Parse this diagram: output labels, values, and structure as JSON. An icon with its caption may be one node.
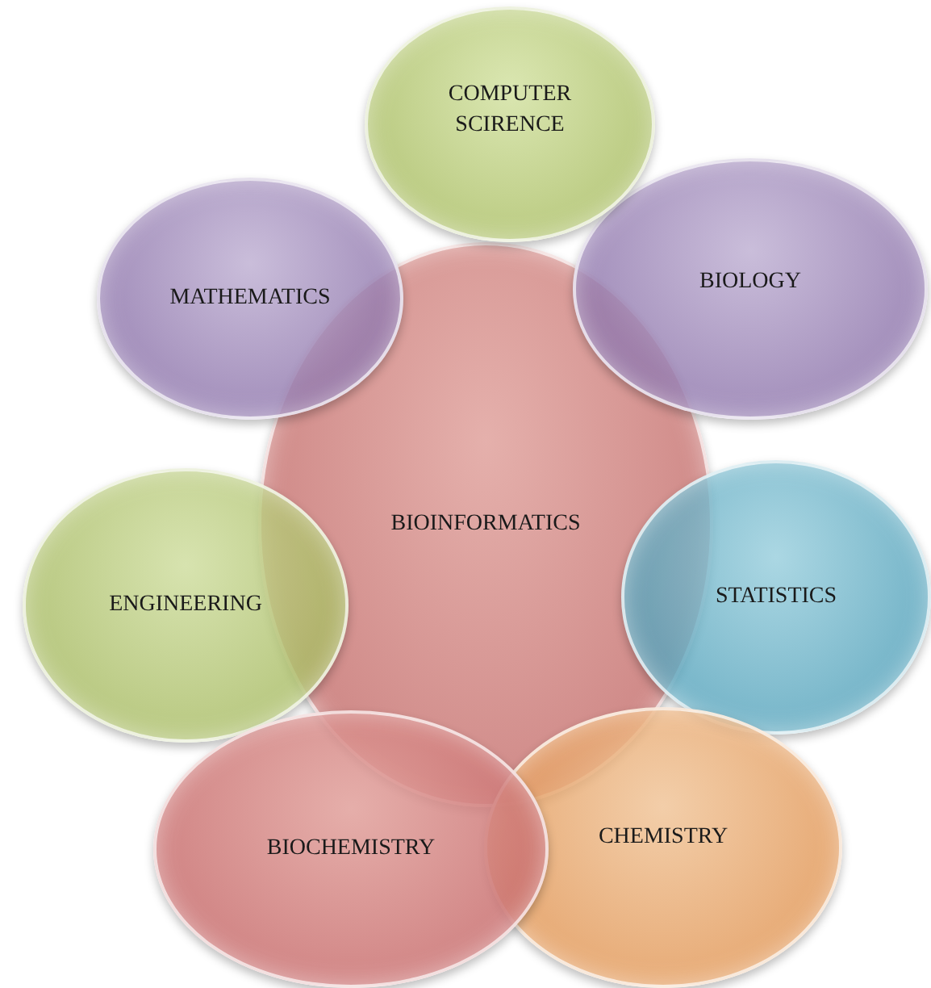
{
  "diagram": {
    "nodes": [
      {
        "text": [
          "COMPUTER SCIRENCE"
        ]
      },
      {
        "text": [
          "MATHEMATICS"
        ]
      },
      {
        "text": [
          "BIOLOGY"
        ]
      },
      {
        "text": [
          "BIOINFORMATICS"
        ]
      },
      {
        "text": [
          "ENGINEERING"
        ]
      },
      {
        "text": [
          "STATISTICS"
        ]
      },
      {
        "text": [
          "BIOCHEMISTRY"
        ]
      },
      {
        "text": [
          "CHEMISTRY"
        ]
      }
    ]
  }
}
